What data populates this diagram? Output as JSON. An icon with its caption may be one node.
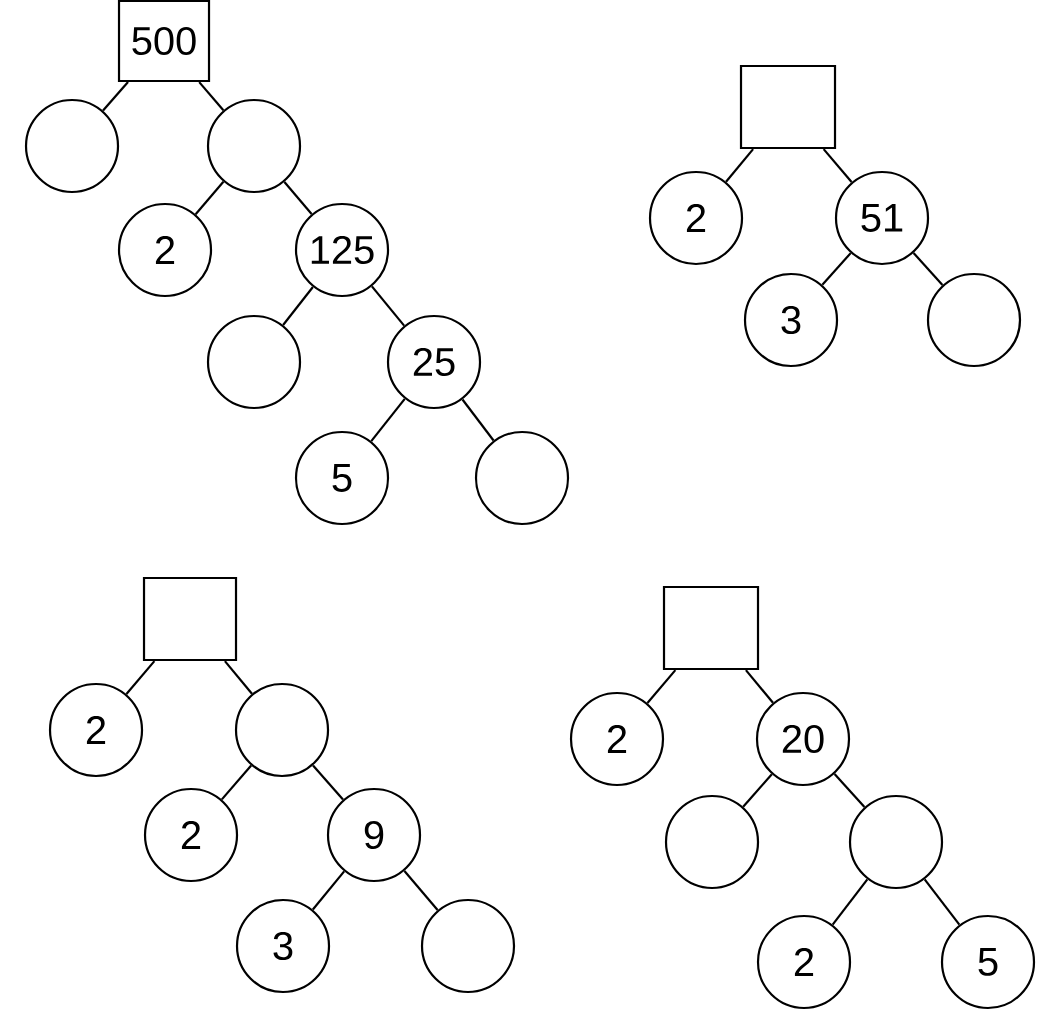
{
  "diagram": {
    "nodes": [
      {
        "text": [
          "500"
        ]
      },
      {
        "text": [],
        "shape": "circle"
      },
      {
        "text": [],
        "shape": "circle"
      },
      {
        "text": [
          "2"
        ]
      },
      {
        "text": [
          "125"
        ]
      },
      {
        "text": [],
        "shape": "circle"
      },
      {
        "text": [
          "25"
        ]
      },
      {
        "text": [
          "5"
        ]
      },
      {
        "text": [],
        "shape": "circle"
      },
      {
        "text": [],
        "shape": "box"
      },
      {
        "text": [
          "2"
        ]
      },
      {
        "text": [
          "51"
        ]
      },
      {
        "text": [
          "3"
        ]
      },
      {
        "text": [],
        "shape": "circle"
      },
      {
        "text": [],
        "shape": "box"
      },
      {
        "text": [
          "2"
        ]
      },
      {
        "text": [],
        "shape": "circle"
      },
      {
        "text": [
          "2"
        ]
      },
      {
        "text": [
          "9"
        ]
      },
      {
        "text": [
          "3"
        ]
      },
      {
        "text": [],
        "shape": "circle"
      },
      {
        "text": [],
        "shape": "box"
      },
      {
        "text": [
          "2"
        ]
      },
      {
        "text": [
          "20"
        ]
      },
      {
        "text": [],
        "shape": "circle"
      },
      {
        "text": [],
        "shape": "circle"
      },
      {
        "text": [
          "2"
        ]
      },
      {
        "text": [
          "5"
        ]
      }
    ],
    "edges": [
      {
        "from": 0,
        "to": 1,
        "arrow": "none"
      },
      {
        "from": 0,
        "to": 2,
        "arrow": "none"
      },
      {
        "from": 2,
        "to": 3,
        "arrow": "none"
      },
      {
        "from": 2,
        "to": 4,
        "arrow": "none"
      },
      {
        "from": 4,
        "to": 5,
        "arrow": "none"
      },
      {
        "from": 4,
        "to": 6,
        "arrow": "none"
      },
      {
        "from": 6,
        "to": 7,
        "arrow": "none"
      },
      {
        "from": 6,
        "to": 8,
        "arrow": "none"
      },
      {
        "from": 9,
        "to": 10,
        "arrow": "none"
      },
      {
        "from": 9,
        "to": 11,
        "arrow": "none"
      },
      {
        "from": 11,
        "to": 12,
        "arrow": "none"
      },
      {
        "from": 11,
        "to": 13,
        "arrow": "none"
      },
      {
        "from": 14,
        "to": 15,
        "arrow": "none"
      },
      {
        "from": 14,
        "to": 16,
        "arrow": "none"
      },
      {
        "from": 16,
        "to": 17,
        "arrow": "none"
      },
      {
        "from": 16,
        "to": 18,
        "arrow": "none"
      },
      {
        "from": 18,
        "to": 19,
        "arrow": "none"
      },
      {
        "from": 18,
        "to": 20,
        "arrow": "none"
      },
      {
        "from": 21,
        "to": 22,
        "arrow": "none"
      },
      {
        "from": 21,
        "to": 23,
        "arrow": "none"
      },
      {
        "from": 23,
        "to": 24,
        "arrow": "none"
      },
      {
        "from": 23,
        "to": 25,
        "arrow": "none"
      },
      {
        "from": 25,
        "to": 26,
        "arrow": "none"
      },
      {
        "from": 25,
        "to": 27,
        "arrow": "none"
      }
    ]
  }
}
